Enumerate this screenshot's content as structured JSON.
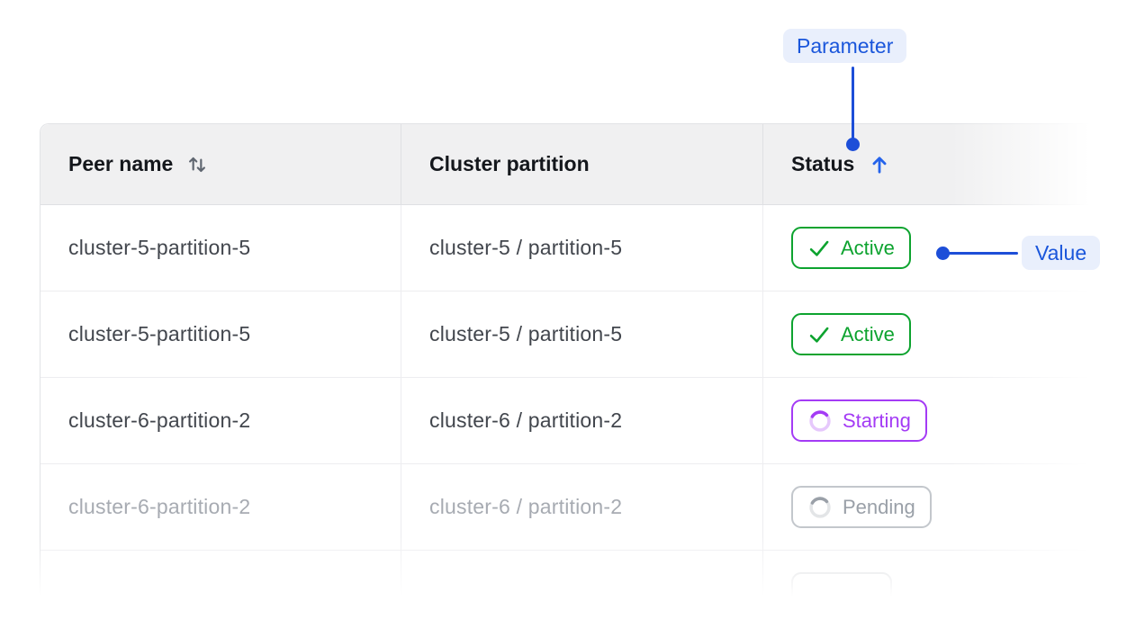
{
  "colors": {
    "accent_blue": "#1a56db",
    "accent_line": "#1d4ed8",
    "pill_bg": "#e9effc",
    "active_green": "#0da32f",
    "starting_purple": "#a43bf5",
    "pending_gray": "#9aa0a8",
    "header_bg": "#f0f0f1"
  },
  "annotations": {
    "parameter_label": "Parameter",
    "value_label": "Value"
  },
  "table": {
    "columns": [
      {
        "label": "Peer name",
        "sort": "sortable"
      },
      {
        "label": "Cluster partition",
        "sort": null
      },
      {
        "label": "Status",
        "sort": "ascending"
      }
    ],
    "rows": [
      {
        "peer": "cluster-5-partition-5",
        "partition": "cluster-5 / partition-5",
        "status": "Active",
        "status_kind": "active",
        "faded": false
      },
      {
        "peer": "cluster-5-partition-5",
        "partition": "cluster-5 / partition-5",
        "status": "Active",
        "status_kind": "active",
        "faded": false
      },
      {
        "peer": "cluster-6-partition-2",
        "partition": "cluster-6 / partition-2",
        "status": "Starting",
        "status_kind": "starting",
        "faded": false
      },
      {
        "peer": "cluster-6-partition-2",
        "partition": "cluster-6 / partition-2",
        "status": "Pending",
        "status_kind": "pending",
        "faded": true
      },
      {
        "peer": "",
        "partition": "",
        "status": "",
        "status_kind": "partial",
        "faded": true
      }
    ]
  }
}
